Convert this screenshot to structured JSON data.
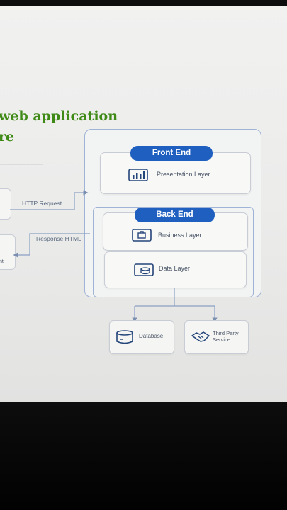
{
  "diagram": {
    "title_line1": "web application",
    "title_line2": "re",
    "front_end": {
      "label": "Front End",
      "layer": "Presentation Layer"
    },
    "back_end": {
      "label": "Back End",
      "business": "Business Layer",
      "data": "Data Layer"
    },
    "externals": {
      "database": "Database",
      "third_party": "Third Party Service"
    },
    "arrows": {
      "request": "HTTP Request",
      "response": "Response HTML"
    },
    "client_fragment": "nt"
  },
  "colors": {
    "title": "#3f8a16",
    "pill": "#1f5fc0",
    "frame": "#9fb3d6",
    "icon": "#24457a"
  }
}
